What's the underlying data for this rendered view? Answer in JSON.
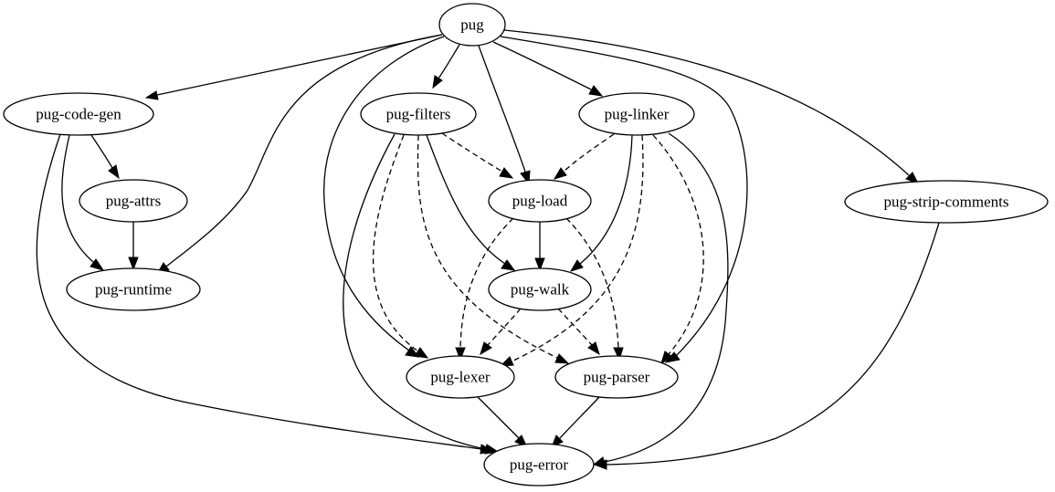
{
  "nodes": {
    "pug": "pug",
    "code_gen": "pug-code-gen",
    "filters": "pug-filters",
    "linker": "pug-linker",
    "strip_comments": "pug-strip-comments",
    "attrs": "pug-attrs",
    "load": "pug-load",
    "runtime": "pug-runtime",
    "walk": "pug-walk",
    "lexer": "pug-lexer",
    "parser": "pug-parser",
    "error": "pug-error"
  },
  "edges": [
    {
      "from": "pug",
      "to": "pug-code-gen",
      "style": "solid"
    },
    {
      "from": "pug",
      "to": "pug-filters",
      "style": "solid"
    },
    {
      "from": "pug",
      "to": "pug-linker",
      "style": "solid"
    },
    {
      "from": "pug",
      "to": "pug-load",
      "style": "solid"
    },
    {
      "from": "pug",
      "to": "pug-strip-comments",
      "style": "solid"
    },
    {
      "from": "pug",
      "to": "pug-runtime",
      "style": "solid"
    },
    {
      "from": "pug",
      "to": "pug-lexer",
      "style": "solid"
    },
    {
      "from": "pug",
      "to": "pug-parser",
      "style": "solid"
    },
    {
      "from": "pug-code-gen",
      "to": "pug-attrs",
      "style": "solid"
    },
    {
      "from": "pug-code-gen",
      "to": "pug-runtime",
      "style": "solid"
    },
    {
      "from": "pug-code-gen",
      "to": "pug-error",
      "style": "solid"
    },
    {
      "from": "pug-attrs",
      "to": "pug-runtime",
      "style": "solid"
    },
    {
      "from": "pug-filters",
      "to": "pug-load",
      "style": "dashed"
    },
    {
      "from": "pug-filters",
      "to": "pug-walk",
      "style": "solid"
    },
    {
      "from": "pug-filters",
      "to": "pug-lexer",
      "style": "dashed"
    },
    {
      "from": "pug-filters",
      "to": "pug-parser",
      "style": "dashed"
    },
    {
      "from": "pug-filters",
      "to": "pug-error",
      "style": "solid"
    },
    {
      "from": "pug-linker",
      "to": "pug-load",
      "style": "dashed"
    },
    {
      "from": "pug-linker",
      "to": "pug-walk",
      "style": "solid"
    },
    {
      "from": "pug-linker",
      "to": "pug-lexer",
      "style": "dashed"
    },
    {
      "from": "pug-linker",
      "to": "pug-parser",
      "style": "dashed"
    },
    {
      "from": "pug-linker",
      "to": "pug-error",
      "style": "solid"
    },
    {
      "from": "pug-load",
      "to": "pug-walk",
      "style": "solid"
    },
    {
      "from": "pug-load",
      "to": "pug-lexer",
      "style": "dashed"
    },
    {
      "from": "pug-load",
      "to": "pug-parser",
      "style": "dashed"
    },
    {
      "from": "pug-walk",
      "to": "pug-lexer",
      "style": "dashed"
    },
    {
      "from": "pug-walk",
      "to": "pug-parser",
      "style": "dashed"
    },
    {
      "from": "pug-lexer",
      "to": "pug-error",
      "style": "solid"
    },
    {
      "from": "pug-parser",
      "to": "pug-error",
      "style": "solid"
    },
    {
      "from": "pug-strip-comments",
      "to": "pug-error",
      "style": "solid"
    }
  ]
}
